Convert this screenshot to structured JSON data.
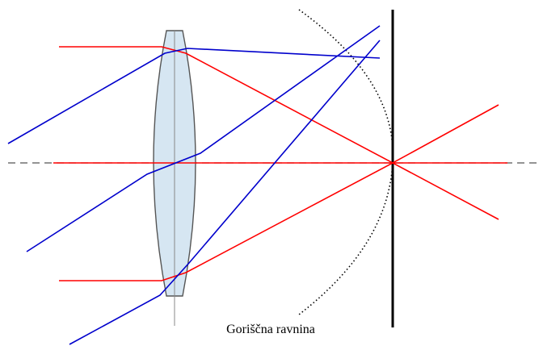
{
  "caption": "Goriščna ravnina",
  "colors": {
    "red_rays": "#ff0000",
    "blue_rays": "#0000cc",
    "lens_fill": "#d6e6f2",
    "lens_edge": "#555555",
    "axis": "#555555",
    "focal_plane": "#000000",
    "arc": "#000000"
  },
  "elements": {
    "optical_axis": "dashed",
    "lens": "biconvex",
    "focal_plane_line": "solid",
    "focal_surface_arc": "dotted"
  }
}
